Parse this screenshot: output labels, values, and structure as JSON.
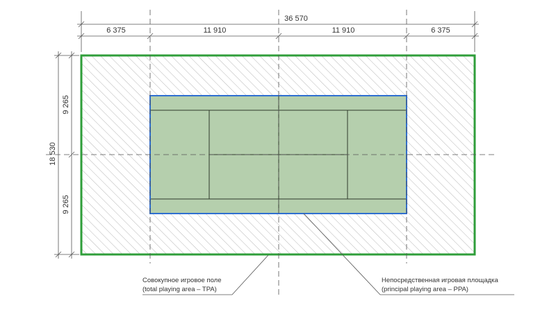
{
  "dimensions": {
    "total_length": "36 570",
    "segments": [
      "6 375",
      "11 910",
      "11 910",
      "6 375"
    ],
    "total_width": "18 530",
    "half_widths": [
      "9 265",
      "9 265"
    ]
  },
  "callouts": {
    "tpa": {
      "line1": "Совокупное игровое поле",
      "line2": "(total playing area – TPA)"
    },
    "ppa": {
      "line1": "Непосредственная игровая площадка",
      "line2": "(principal playing area – PPA)"
    }
  },
  "colors": {
    "tpa_border": "#2f9e3a",
    "ppa_border": "#2f6fd0",
    "court_fill": "#b5cfad",
    "court_lines": "#2e3a2a",
    "hatch": "#b8b8b8",
    "dim_lines": "#555555"
  }
}
